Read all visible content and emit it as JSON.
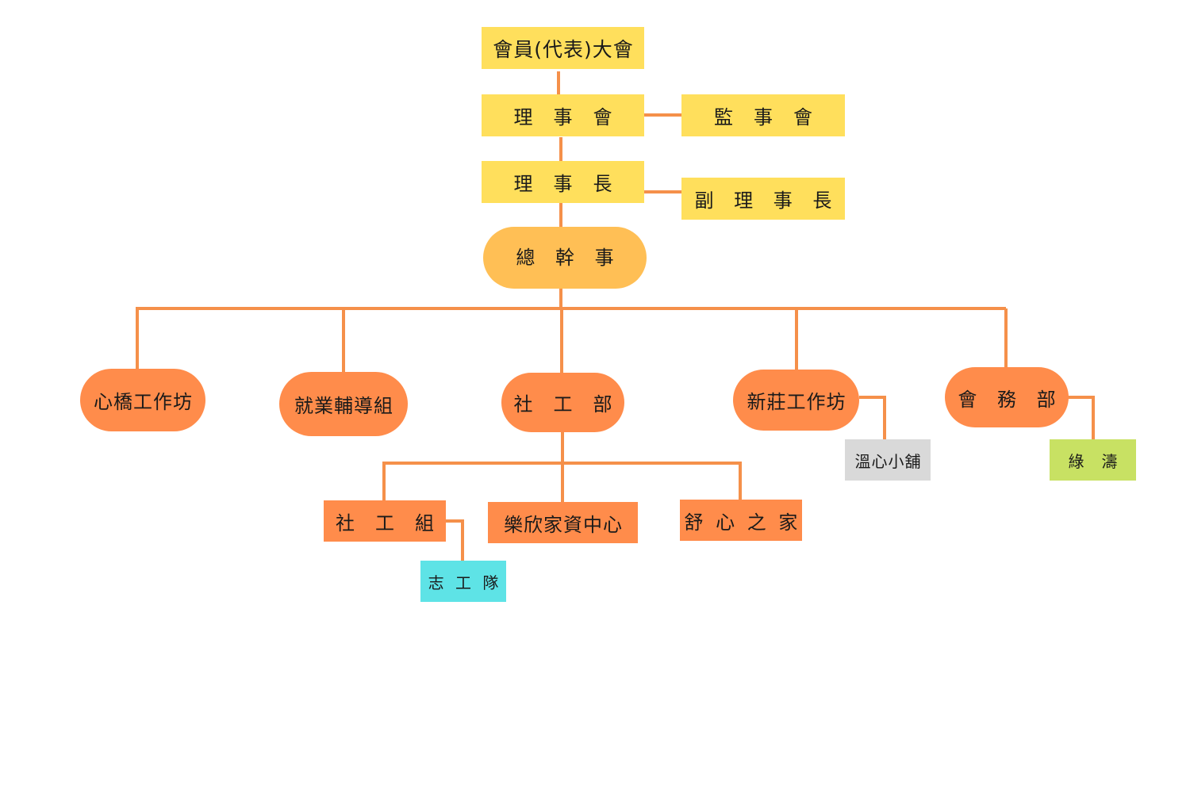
{
  "colors": {
    "connector": "#f5904a",
    "governance": "#ffdf5c",
    "secretary": "#ffbf55",
    "department": "#ff8c4b",
    "shop": "#d9d9d9",
    "green_unit": "#c8e163",
    "volunteer": "#5ee3e6"
  },
  "org": {
    "assembly": "會員(代表)大會",
    "board": "理　事　會",
    "supervisors": "監　事　會",
    "chairman": "理　事　長",
    "vice_chairman": "副 理 事 長",
    "secretary_general": "總 幹 事",
    "departments": {
      "xinqiao": "心橋工作坊",
      "employment": "就業輔導組",
      "social_work": "社　工　部",
      "xinzhuang": "新莊工作坊",
      "affairs": "會 務 部"
    },
    "social_work_units": {
      "group": "社　工　組",
      "family_center": "樂欣家資中心",
      "home": "舒 心 之 家"
    },
    "volunteers": "志 工 隊",
    "shop": "溫心小舖",
    "green": "綠　濤"
  }
}
